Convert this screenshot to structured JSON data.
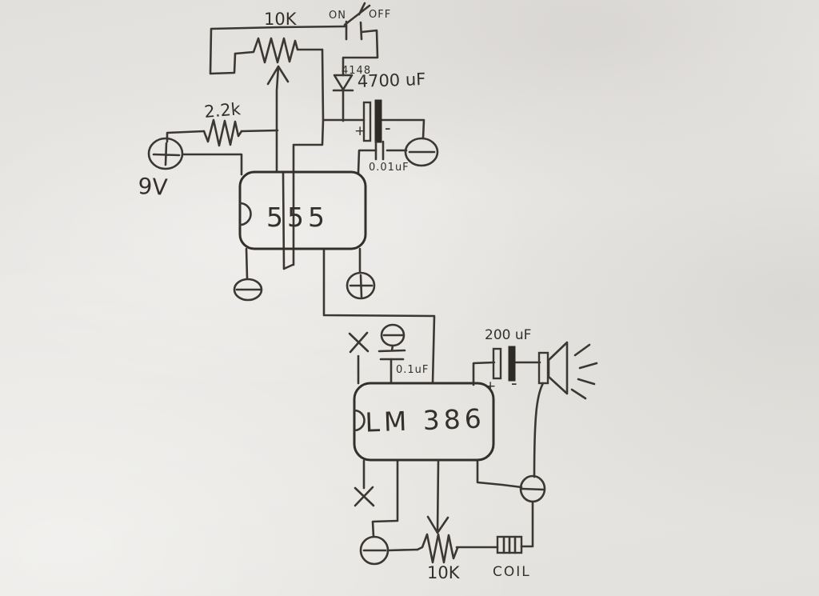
{
  "diagram": {
    "kind": "hand-drawn circuit schematic",
    "colors": {
      "paper": "#e8e6e2",
      "ink": "#3b3733"
    },
    "labels": {
      "pot_top": "10K",
      "switch_on": "ON",
      "switch_off": "OFF",
      "diode": "4148",
      "cap_4700": "4700 uF",
      "res_22k": "2.2k",
      "battery": "9V",
      "cap_001": "0.01uF",
      "ic_555": "555",
      "cap_01": "0.1uF",
      "ic_lm386": "LM 386",
      "cap_200": "200 uF",
      "pot_bottom": "10K",
      "coil": "COIL",
      "plus": "+",
      "minus": "-"
    }
  }
}
